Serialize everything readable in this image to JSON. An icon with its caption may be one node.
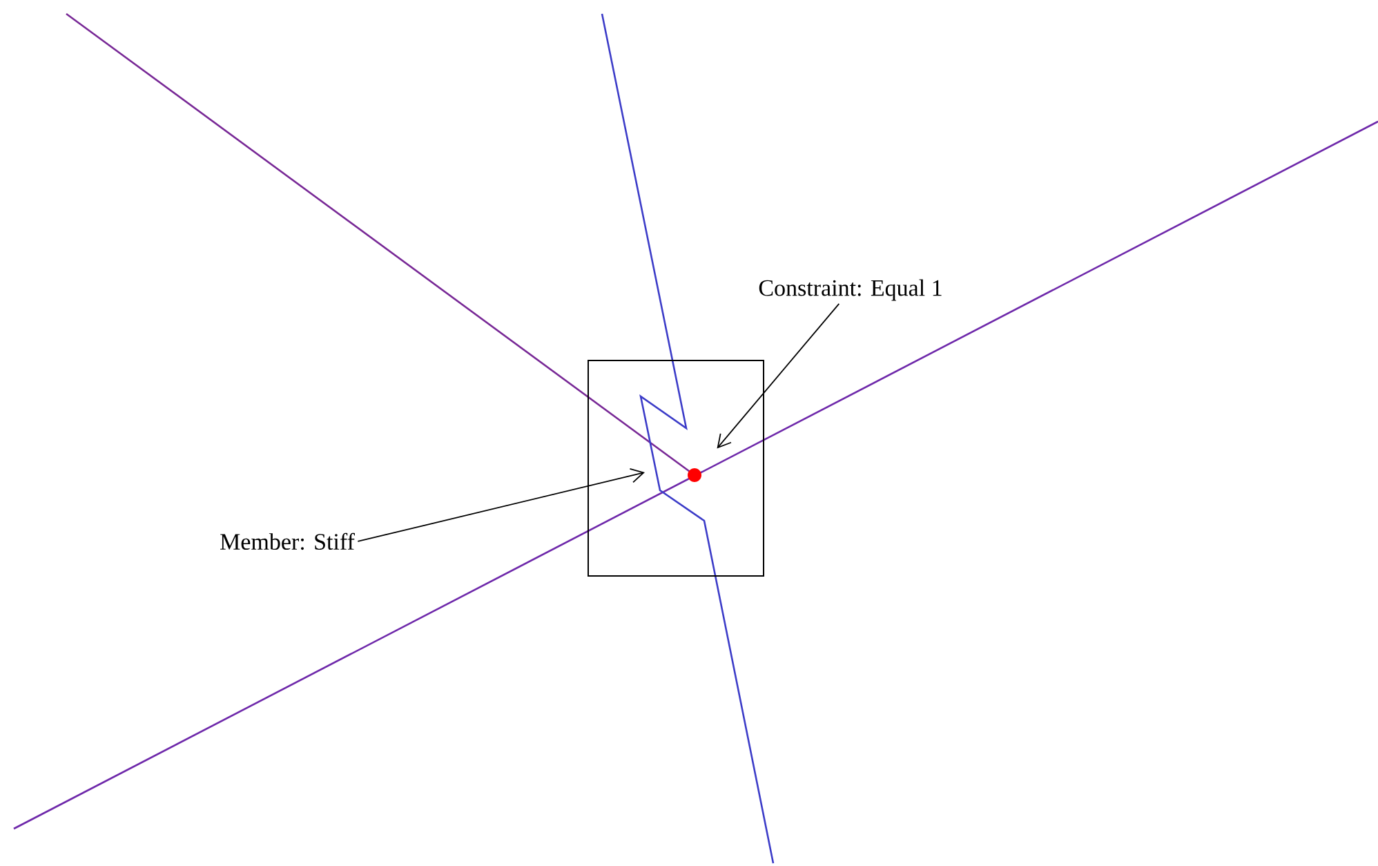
{
  "diagram": {
    "nodes": [
      {
        "text": [
          "Constraint: Equal 1"
        ]
      },
      {
        "text": [
          "Member: Stiff"
        ]
      },
      {
        "text": [],
        "shape": "box"
      },
      {
        "text": [],
        "shape": "circle",
        "in": 2
      }
    ],
    "edges": [
      {
        "from": 0,
        "to": 3,
        "arrow": "to"
      },
      {
        "from": 1,
        "to": null,
        "arrow": "to"
      }
    ]
  }
}
